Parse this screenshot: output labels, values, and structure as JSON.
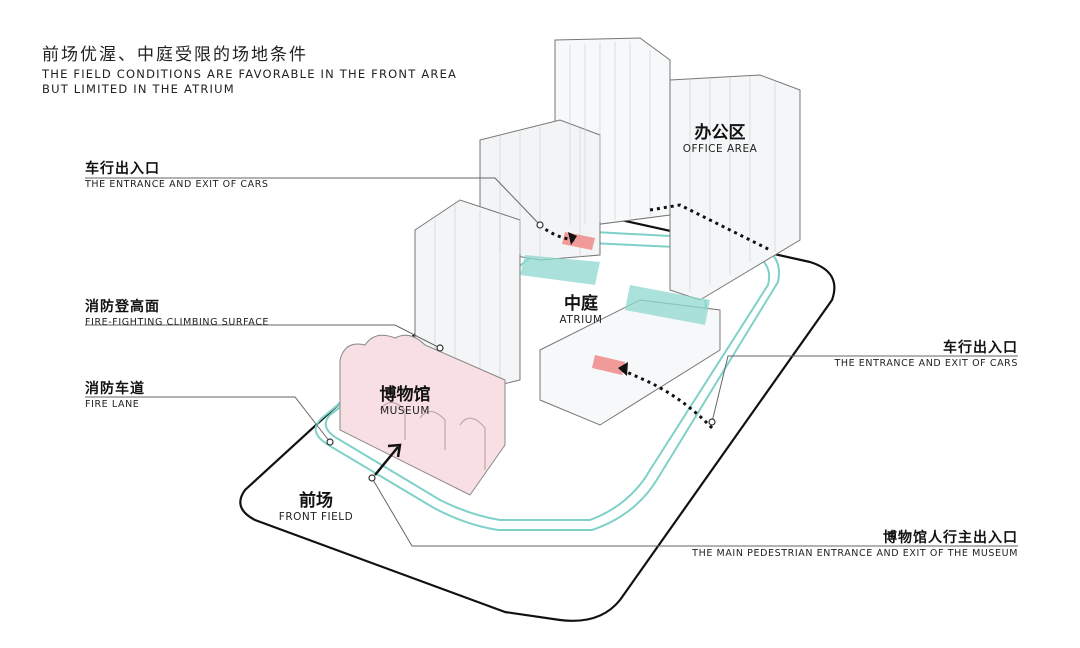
{
  "title": {
    "cn": "前场优渥、中庭受限的场地条件",
    "en_line1": "THE FIELD CONDITIONS ARE FAVORABLE IN THE FRONT AREA",
    "en_line2": "BUT LIMITED IN THE ATRIUM"
  },
  "callouts": {
    "car_entrance_top": {
      "cn": "车行出入口",
      "en": "THE ENTRANCE AND EXIT OF CARS"
    },
    "fire_climbing": {
      "cn": "消防登高面",
      "en": "FIRE-FIGHTING CLIMBING SURFACE"
    },
    "fire_lane": {
      "cn": "消防车道",
      "en": "FIRE LANE"
    },
    "car_entrance_right": {
      "cn": "车行出入口",
      "en": "THE ENTRANCE AND EXIT OF CARS"
    },
    "pedestrian_entrance": {
      "cn": "博物馆人行主出入口",
      "en": "THE MAIN PEDESTRIAN ENTRANCE AND EXIT OF THE MUSEUM"
    }
  },
  "zones": {
    "office": {
      "cn": "办公区",
      "en": "OFFICE AREA"
    },
    "atrium": {
      "cn": "中庭",
      "en": "ATRIUM"
    },
    "museum": {
      "cn": "博物馆",
      "en": "MUSEUM"
    },
    "front_field": {
      "cn": "前场",
      "en": "FRONT FIELD"
    }
  },
  "colors": {
    "fire_lane": "#7fd1c8",
    "fire_surface": "#8fd8cf",
    "car_marker": "#f08a8a",
    "museum": "#f7dfe3",
    "building": "#f4f6f7"
  }
}
